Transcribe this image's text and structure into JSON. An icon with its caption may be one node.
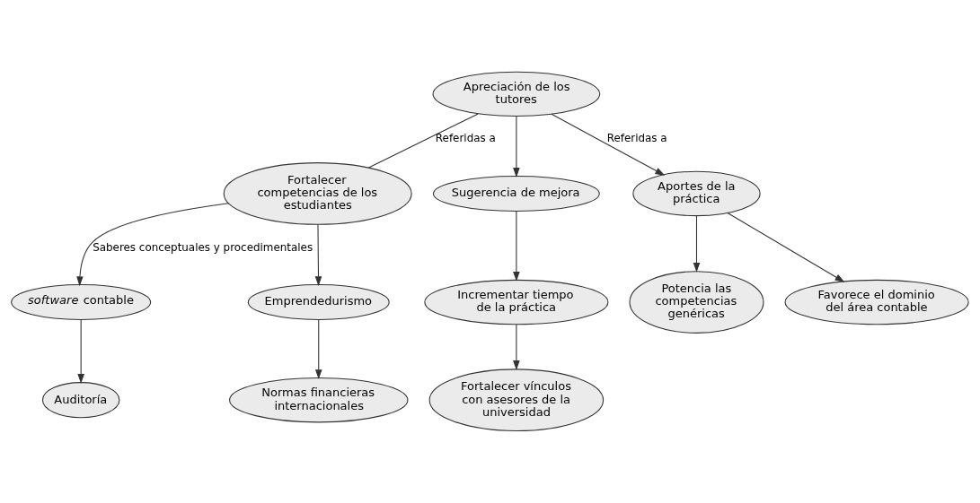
{
  "diagram": {
    "nodes": [
      {
        "text": [
          "Apreciación de los tutores"
        ]
      },
      {
        "text": [
          "Fortalecer competencias de los estudiantes"
        ]
      },
      {
        "text": [
          "Sugerencia de mejora"
        ]
      },
      {
        "text": [
          "Aportes de la práctica"
        ]
      },
      {
        "text": [
          "*software* contable"
        ]
      },
      {
        "text": [
          "Emprendedurismo"
        ]
      },
      {
        "text": [
          "Auditoría"
        ]
      },
      {
        "text": [
          "Normas financieras internacionales"
        ]
      },
      {
        "text": [
          "Incrementar tiempo de la práctica"
        ]
      },
      {
        "text": [
          "Fortalecer vínculos con asesores de la universidad"
        ]
      },
      {
        "text": [
          "Potencia las competencias genéricas"
        ]
      },
      {
        "text": [
          "Favorece el dominio del área contable"
        ]
      }
    ],
    "edges": [
      {
        "from": 0,
        "to": 1,
        "arrow": "none",
        "label": "Referidas a"
      },
      {
        "from": 0,
        "to": 2,
        "arrow": "to"
      },
      {
        "from": 0,
        "to": 3,
        "arrow": "to",
        "label": "Referidas a"
      },
      {
        "from": 1,
        "to": 4,
        "arrow": "to",
        "label": "Saberes conceptuales y procedimentales"
      },
      {
        "from": 1,
        "to": 5,
        "arrow": "to"
      },
      {
        "from": 4,
        "to": 6,
        "arrow": "to"
      },
      {
        "from": 5,
        "to": 7,
        "arrow": "to"
      },
      {
        "from": 2,
        "to": 8,
        "arrow": "to"
      },
      {
        "from": 8,
        "to": 9,
        "arrow": "to"
      },
      {
        "from": 3,
        "to": 10,
        "arrow": "to"
      },
      {
        "from": 3,
        "to": 11,
        "arrow": "to"
      }
    ]
  }
}
